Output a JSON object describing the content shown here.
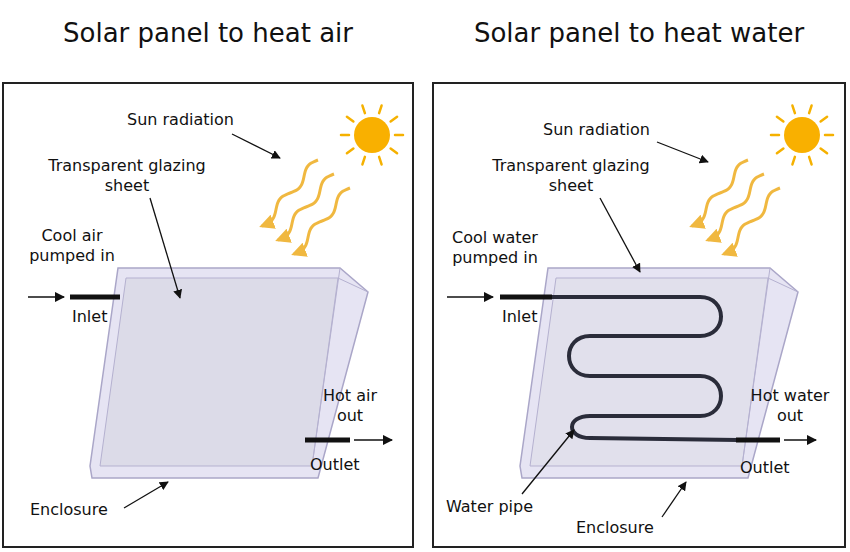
{
  "diagram": {
    "nodes": [
      {
        "text": [
          "Solar panel to heat air"
        ]
      },
      {
        "text": [
          "Solar panel to heat water"
        ]
      }
    ],
    "labels": [
      "Sun radiation",
      "Transparent glazing sheet",
      "Cool air pumped in",
      "Inlet",
      "Hot air out",
      "Outlet",
      "Enclosure",
      "Sun radiation",
      "Transparent glazing sheet",
      "Cool water pumped in",
      "Inlet",
      "Water pipe",
      "Hot water out",
      "Outlet",
      "Enclosure"
    ]
  }
}
